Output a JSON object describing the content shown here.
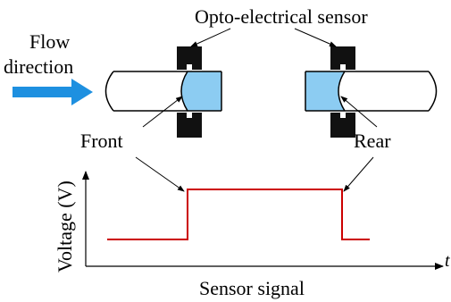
{
  "labels": {
    "sensor": "Opto-electrical sensor",
    "flow_line1": "Flow",
    "flow_line2": "direction",
    "front": "Front",
    "rear": "Rear",
    "ylabel": "Voltage (V)",
    "xlabel": "Sensor signal",
    "taxis": "t"
  },
  "colors": {
    "liquid": "#8cccf2",
    "arrow": "#1e90e0",
    "signal": "#cc0000",
    "sensor_block": "#111111",
    "tube_outline": "#000000"
  },
  "icons": {
    "flow_arrow": "right-arrow-icon",
    "sensor_blocks": "sensor-block-icon"
  }
}
